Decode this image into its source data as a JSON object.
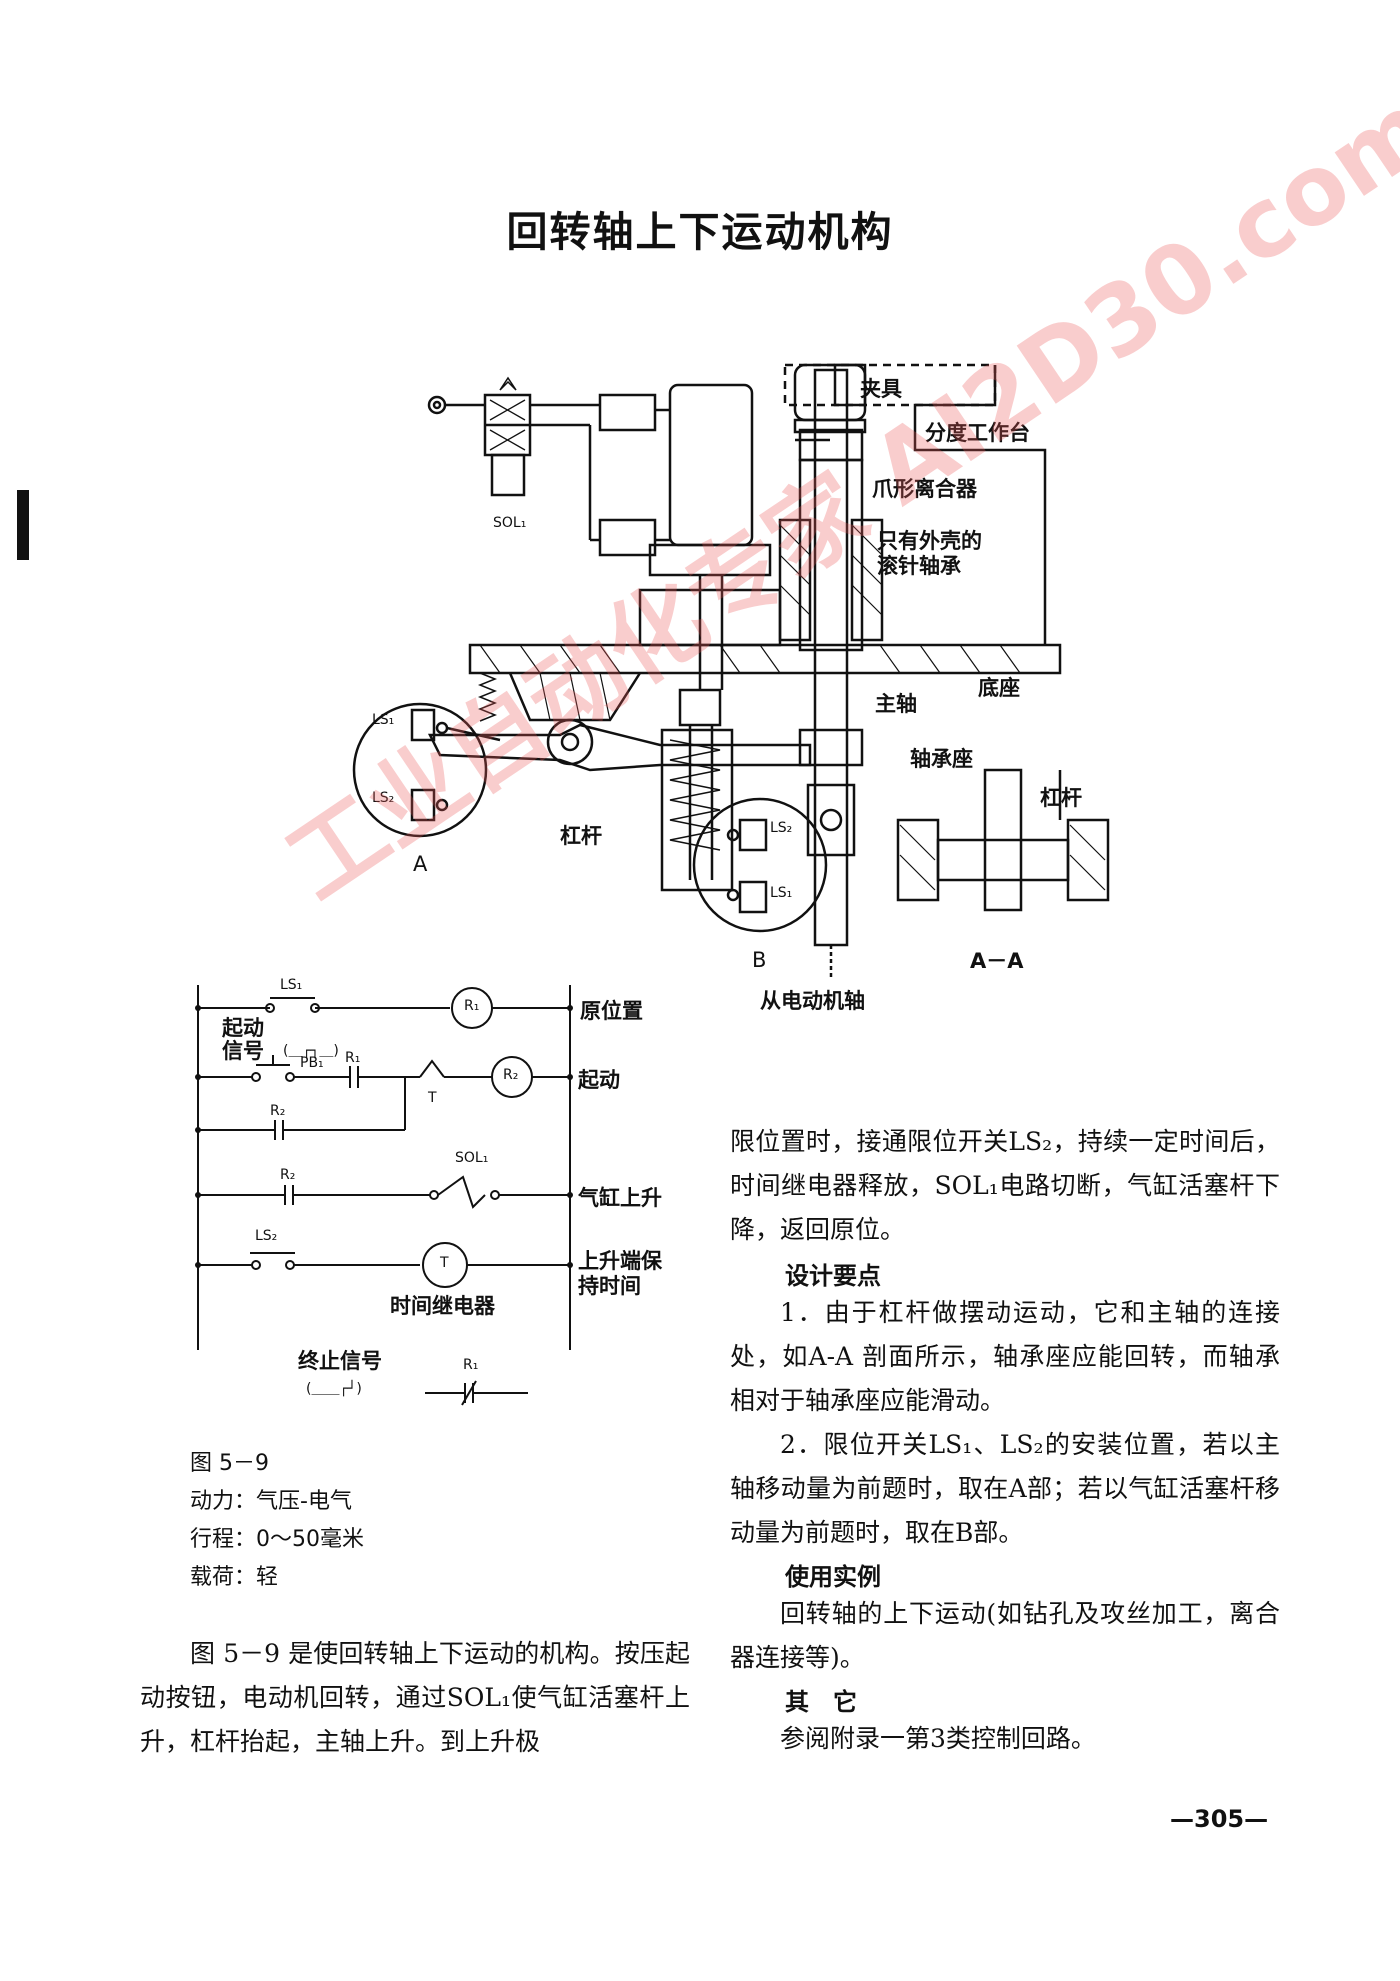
{
  "title": "回转轴上下运动机构",
  "mechanism_labels": {
    "jig": "夹具",
    "index_table": "分度工作台",
    "claw_clutch": "爪形离合器",
    "bearing_line1": "只有外壳的",
    "bearing_line2": "滚针轴承",
    "base": "底座",
    "main_shaft": "主轴",
    "bearing_seat": "轴承座",
    "lever_left": "杠杆",
    "lever_right": "杠杆",
    "section_a": "A",
    "section_b": "B",
    "section_aa": "A－A",
    "motor_shaft": "从电动机轴",
    "sol": "SOL₁",
    "ls1_a": "LS₁",
    "ls2_a": "LS₂",
    "ls1_b": "LS₁",
    "ls2_b": "LS₂"
  },
  "circuit": {
    "ls1": "LS₁",
    "r1": "R₁",
    "home": "原位置",
    "start_signal_1": "起动",
    "start_signal_2": "信号",
    "start_pulse": "(＿┌┐＿)",
    "pb1": "PB₁",
    "r1_contact": "R₁",
    "t": "T",
    "r2": "R₂",
    "start": "起动",
    "r2_hold": "R₂",
    "sol1": "SOL₁",
    "r2_b": "R₂",
    "cyl_up": "气缸上升",
    "ls2": "LS₂",
    "timer_coil": "T",
    "hold_1": "上升端保",
    "hold_2": "持时间",
    "timer_relay": "时间继电器",
    "stop_signal": "终止信号",
    "stop_pulse": "(＿＿┌┘)",
    "r1_stop": "R₁"
  },
  "caption": {
    "fig": "图 5－9",
    "power": "动力：气压-电气",
    "stroke": "行程：0～50毫米",
    "load": "载荷：轻"
  },
  "body_left": "图 5－9 是使回转轴上下运动的机构。按压起动按钮，电动机回转，通过SOL₁使气缸活塞杆上升，杠杆抬起，主轴上升。到上升极",
  "body_right": "限位置时，接通限位开关LS₂，持续一定时间后，时间继电器释放，SOL₁电路切断，气缸活塞杆下降，返回原位。",
  "design_heading": "设计要点",
  "design_1": "1．由于杠杆做摆动运动，它和主轴的连接处，如A-A 剖面所示，轴承座应能回转，而轴承相对于轴承座应能滑动。",
  "design_2": "2．限位开关LS₁、LS₂的安装位置，若以主轴移动量为前题时，取在A部；若以气缸活塞杆移动量为前题时，取在B部。",
  "example_heading": "使用实例",
  "example_text": "回转轴的上下运动(如钻孔及攻丝加工，离合器连接等)。",
  "other_heading": "其　它",
  "other_text": "参阅附录一第3类控制回路。",
  "page_number": "—305—",
  "watermark": "工业自动化专家 AI2D30.com"
}
